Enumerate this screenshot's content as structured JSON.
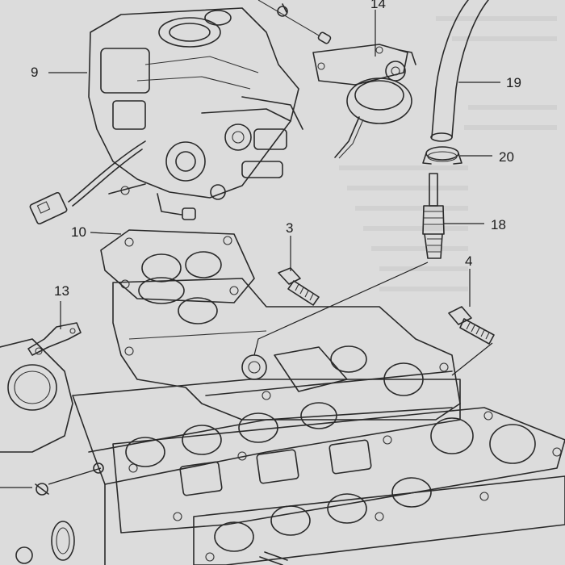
{
  "figure": {
    "background": "#dcdcdc",
    "ink": "#2a2a2a",
    "callouts": {
      "c9": "9",
      "c14": "14",
      "c19": "19",
      "c20": "20",
      "c18": "18",
      "c10": "10",
      "c3": "3",
      "c4": "4",
      "c13": "13"
    }
  }
}
